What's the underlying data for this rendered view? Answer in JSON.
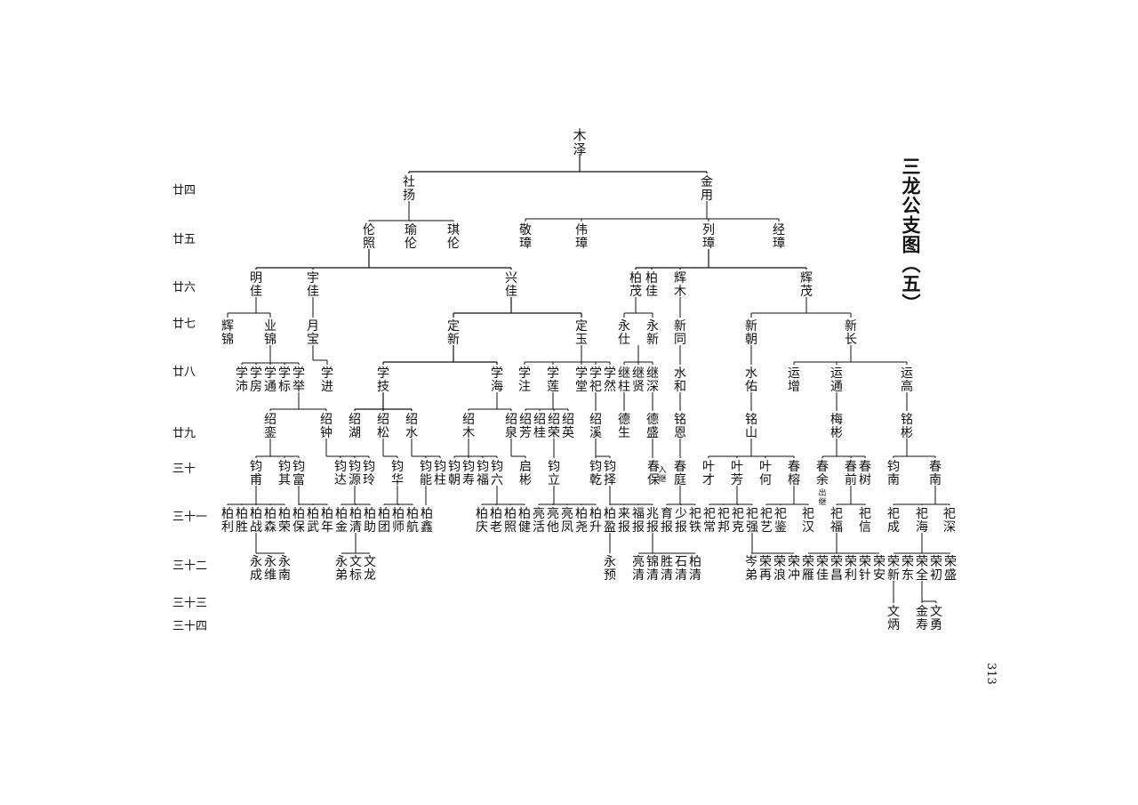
{
  "title": "三龙公支图（五）",
  "page_number": "313",
  "generations": [
    "廿四",
    "廿五",
    "廿六",
    "廿七",
    "廿八",
    "廿九",
    "三十",
    "三十一",
    "三十二",
    "三十三",
    "三十四"
  ],
  "root": "木泽",
  "rows": [
    {
      "gen": "",
      "names": [
        "木泽"
      ]
    },
    {
      "gen": "廿四",
      "names": [
        "社扬",
        "金用"
      ]
    },
    {
      "gen": "廿五",
      "names": [
        "伦照",
        "瑜伦",
        "琪伦",
        "敬璋",
        "伟璋",
        "列璋",
        "经璋"
      ]
    },
    {
      "gen": "廿六",
      "names": [
        "明佳",
        "宇佳",
        "兴佳",
        "柏茂",
        "柏佳",
        "辉木",
        "辉茂"
      ]
    },
    {
      "gen": "廿七",
      "names": [
        "辉锦",
        "业锦",
        "月宝",
        "定新",
        "定玉",
        "永仕",
        "永新",
        "新同",
        "新朝",
        "新长"
      ]
    },
    {
      "gen": "廿八",
      "names": [
        "学沛",
        "学房",
        "学通",
        "学标",
        "学举",
        "学进",
        "学技",
        "学海",
        "学注",
        "学莲",
        "学堂",
        "学祀",
        "学然",
        "继柱",
        "继贤",
        "继深",
        "水和",
        "水佑",
        "运增",
        "运通",
        "运高"
      ]
    },
    {
      "gen": "廿九",
      "names": [
        "绍銮",
        "绍钟",
        "绍湖",
        "绍松",
        "绍水",
        "绍木",
        "绍泉",
        "绍芳",
        "绍桂",
        "绍荣",
        "绍英",
        "绍溪",
        "德生",
        "德盛",
        "铭恩",
        "铭山",
        "梅彬",
        "铭彬"
      ]
    },
    {
      "gen": "三十",
      "names": [
        "钧甫",
        "钧其",
        "钧富",
        "钧达",
        "钧源",
        "钧玲",
        "钧华",
        "钧能",
        "钧柱",
        "钧朝",
        "钧寿",
        "钧福",
        "钧六",
        "启彬",
        "钧立",
        "钧乾",
        "钧择",
        "春保",
        "春庭",
        "叶才",
        "叶芳",
        "叶何",
        "春榕",
        "春余",
        "春前",
        "春树",
        "钧南",
        "春南"
      ]
    },
    {
      "gen": "三十一",
      "names": [
        "柏利",
        "柏胜",
        "柏战",
        "柏森",
        "柏荣",
        "柏保",
        "柏武",
        "柏年",
        "柏金",
        "柏清",
        "柏助",
        "柏团",
        "柏师",
        "柏航",
        "柏鑫",
        "柏庆",
        "柏老",
        "柏照",
        "柏健",
        "亮活",
        "亮他",
        "亮凤",
        "柏尧",
        "柏升",
        "柏盈",
        "来报",
        "福报",
        "兆报",
        "育报",
        "少报",
        "祀铁",
        "祀常",
        "祀邦",
        "祀克",
        "祀强",
        "祀艺",
        "祀鉴",
        "祀汉",
        "祀福",
        "祀信",
        "祀成",
        "祀海",
        "祀深"
      ]
    },
    {
      "gen": "三十二",
      "names": [
        "永成",
        "永维",
        "永南",
        "永弟",
        "文标",
        "文龙",
        "永预",
        "亮清",
        "锦清",
        "胜清",
        "石清",
        "柏清",
        "岑弟",
        "荣再",
        "荣浪",
        "荣冲",
        "荣雁",
        "荣佳",
        "荣昌",
        "荣利",
        "荣针",
        "荣安",
        "荣新",
        "荣东",
        "荣全",
        "荣初",
        "荣盛"
      ]
    },
    {
      "gen": "三十四",
      "names": [
        "文炳",
        "金寿",
        "文勇"
      ]
    }
  ],
  "annotations": [
    "入继",
    "出继"
  ]
}
